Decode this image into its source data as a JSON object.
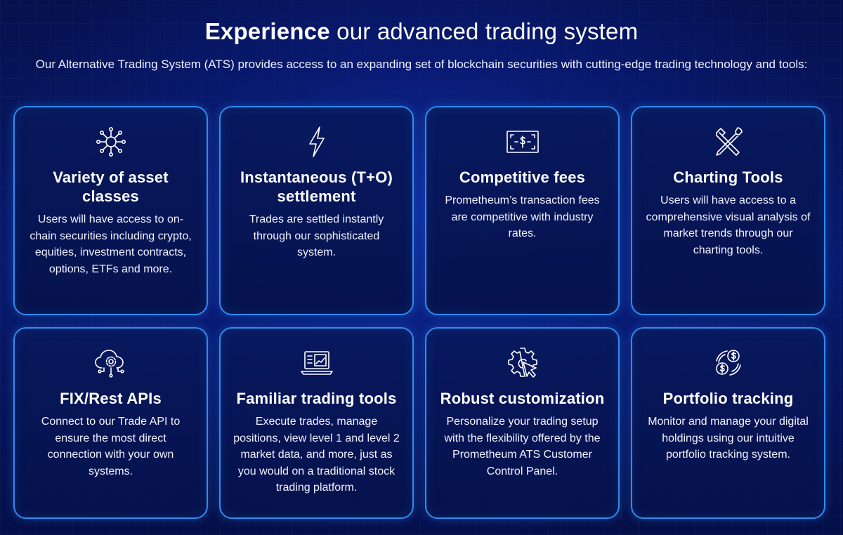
{
  "header": {
    "title_bold": "Experience",
    "title_rest": " our advanced trading system",
    "subtitle": "Our Alternative Trading System (ATS) provides access to an expanding set of blockchain securities with cutting-edge trading technology and tools:"
  },
  "cards": [
    {
      "icon": "network-nodes-icon",
      "title": "Variety of asset classes",
      "description": "Users will have access to on-chain securities including crypto, equities, investment contracts, options,  ETFs and more."
    },
    {
      "icon": "lightning-bolt-icon",
      "title": "Instantaneous (T+O) settlement",
      "description": "Trades are settled instantly through our sophisticated system."
    },
    {
      "icon": "dollar-bill-icon",
      "title": "Competitive fees",
      "description": "Prometheum’s transaction fees are competitive with industry rates."
    },
    {
      "icon": "crossed-tools-icon",
      "title": "Charting Tools",
      "description": "Users will have access to a comprehensive visual analysis of market trends through our charting tools."
    },
    {
      "icon": "cloud-gear-icon",
      "title": "FIX/Rest APIs",
      "description": "Connect to our Trade API to ensure the most direct connection with your own systems."
    },
    {
      "icon": "laptop-chart-icon",
      "title": "Familiar trading tools",
      "description": "Execute trades, manage positions, view level 1 and level 2 market data, and more, just as you would on a traditional stock trading platform."
    },
    {
      "icon": "gear-cursor-icon",
      "title": "Robust customization",
      "description": "Personalize your trading setup with the flexibility offered by the Prometheum ATS Customer Control Panel."
    },
    {
      "icon": "coins-cycle-icon",
      "title": "Portfolio tracking",
      "description": "Monitor and manage your digital holdings using our intuitive portfolio tracking system."
    }
  ]
}
